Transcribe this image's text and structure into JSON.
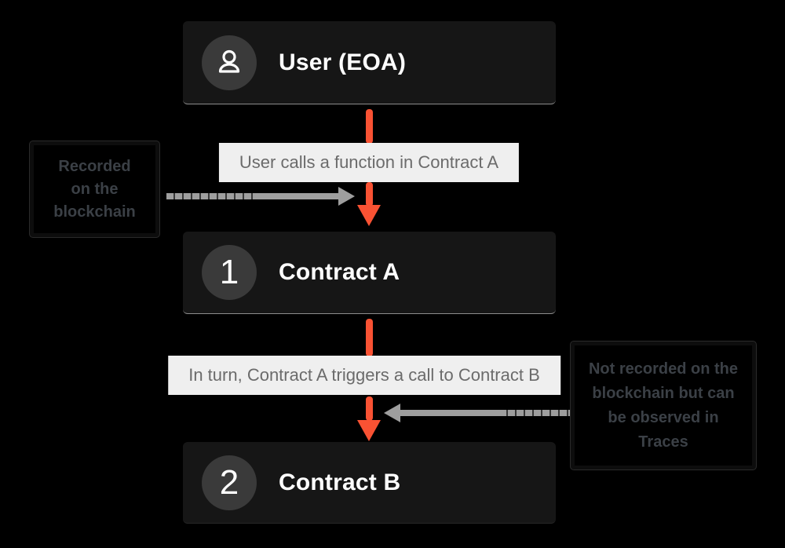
{
  "diagram": {
    "nodes": {
      "user": {
        "title": "User (EOA)"
      },
      "contract_a": {
        "number": "1",
        "title": "Contract A"
      },
      "contract_b": {
        "number": "2",
        "title": "Contract B"
      }
    },
    "edge_labels": {
      "user_to_a": "User calls a function in Contract A",
      "a_to_b": "In turn, Contract A triggers a call to Contract B"
    },
    "notes": {
      "left": {
        "lines": [
          "Recorded",
          "on the",
          "blockchain"
        ]
      },
      "right": {
        "lines": [
          "Not recorded on the",
          "blockchain but can",
          "be observed in",
          "Traces"
        ]
      }
    },
    "icons": {
      "user_badge": "person-icon"
    },
    "colors": {
      "background": "#000000",
      "node_bg": "#161616",
      "node_circle": "#3A3A3A",
      "node_text": "#FFFFFF",
      "flow_arrow_orange": "#F95233",
      "side_arrow_gray": "#9E9E9E",
      "edge_label_bg": "#EFEFEF",
      "edge_label_text": "#6B6B6B",
      "note_border": "#0D0D0D",
      "note_text": "#3B4046"
    }
  }
}
